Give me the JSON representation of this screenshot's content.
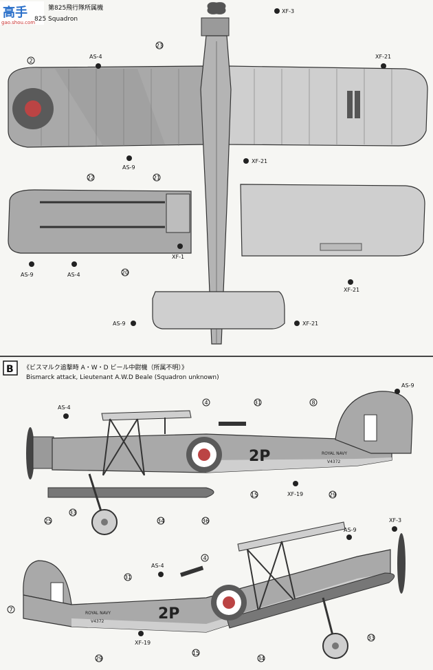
{
  "watermark": {
    "brand": "高手",
    "site": "gao.shou.com"
  },
  "panelA": {
    "title_jp": "第825飛行隊所属機",
    "title_en": "825 Squadron",
    "callouts": {
      "xf3": "XF-3",
      "as4": "AS-4",
      "xf21_top": "XF-21",
      "n2": "2",
      "n23": "23",
      "as9_wing": "AS-9",
      "xf21_mid": "XF-21",
      "n22": "22",
      "n21": "21",
      "xf1": "XF-1",
      "as9_lower": "AS-9",
      "as4_lower": "AS-4",
      "n20": "20",
      "xf21_right": "XF-21",
      "as9_tail": "AS-9",
      "xf21_tail": "XF-21"
    }
  },
  "panelB": {
    "badge": "B",
    "title_jp": "《ビスマルク追撃時 A・W・D ビール中尉機（所属不明）》",
    "title_en": "Bismarck attack, Lieutenant A.W.D Beale (Squadron unknown)",
    "side1": {
      "code": "2P",
      "serial_line1": "ROYAL NAVY",
      "serial_line2": "V4372",
      "callouts": {
        "as4": "AS-4",
        "n4": "4",
        "n31": "31",
        "n8": "8",
        "as9": "AS-9",
        "n15": "15",
        "xf19": "XF-19",
        "n29": "29",
        "n25": "25",
        "n33": "33",
        "n34": "34",
        "n36": "36"
      }
    },
    "side2": {
      "code": "2P",
      "serial_line1": "ROYAL NAVY",
      "serial_line2": "V4372",
      "callouts": {
        "as4": "AS-4",
        "n4": "4",
        "n31": "31",
        "n7": "7",
        "as9": "AS-9",
        "xf3": "XF-3",
        "n15": "15",
        "xf19": "XF-19",
        "n29": "29",
        "n33": "33",
        "n34": "34"
      }
    }
  },
  "colors": {
    "upper_grey": "#a9a9a9",
    "lower_grey": "#cfcfcf",
    "roundel_blue": "#5a5a5a",
    "ink": "#111111"
  }
}
